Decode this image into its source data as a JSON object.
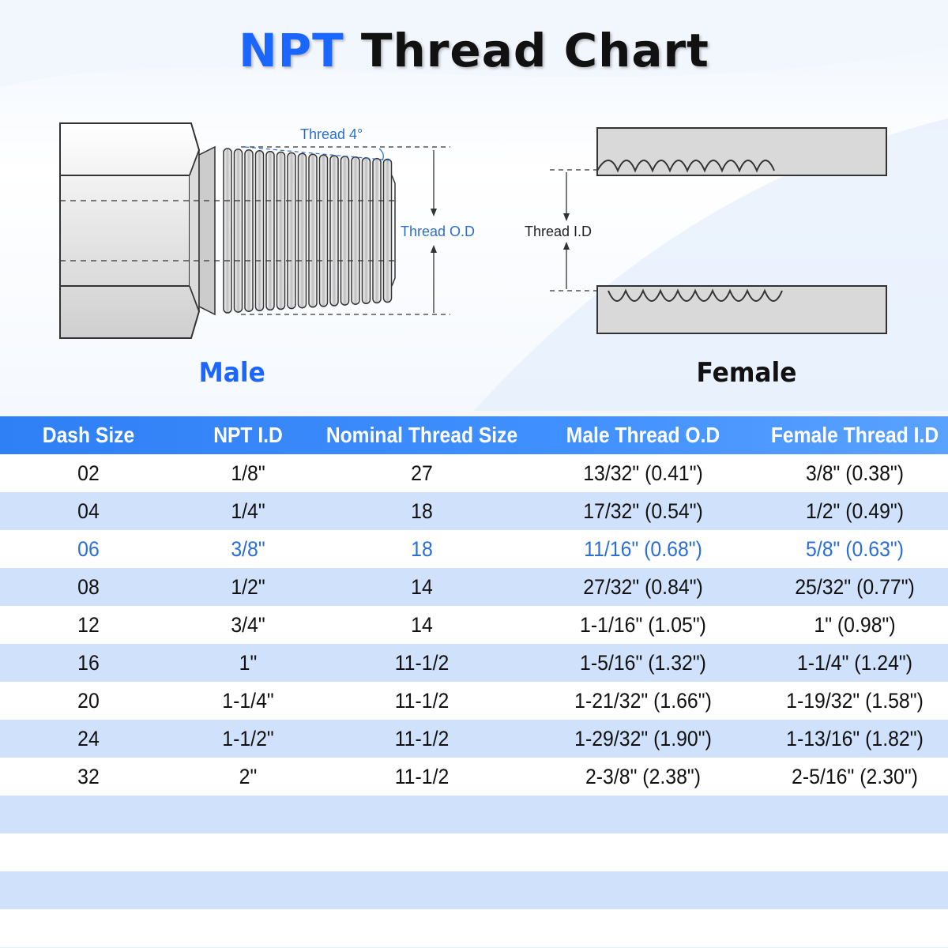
{
  "title": {
    "accent": "NPT",
    "rest": "Thread Chart"
  },
  "diagram": {
    "thread_angle_label": "Thread 4°",
    "thread_od_label": "Thread O.D",
    "thread_id_label": "Thread I.D",
    "male_caption": "Male",
    "female_caption": "Female"
  },
  "table": {
    "headers": [
      "Dash Size",
      "NPT I.D",
      "Nominal Thread Size",
      "Male Thread O.D",
      "Female Thread I.D"
    ],
    "rows": [
      {
        "dash": "02",
        "npt_id": "1/8\"",
        "nominal": "27",
        "male_od": "13/32\" (0.41\")",
        "female_id": "3/8\" (0.38\")"
      },
      {
        "dash": "04",
        "npt_id": "1/4\"",
        "nominal": "18",
        "male_od": "17/32\" (0.54\")",
        "female_id": "1/2\" (0.49\")"
      },
      {
        "dash": "06",
        "npt_id": "3/8\"",
        "nominal": "18",
        "male_od": "11/16\" (0.68\")",
        "female_id": "5/8\" (0.63\")"
      },
      {
        "dash": "08",
        "npt_id": "1/2\"",
        "nominal": "14",
        "male_od": "27/32\" (0.84\")",
        "female_id": "25/32\" (0.77\")"
      },
      {
        "dash": "12",
        "npt_id": "3/4\"",
        "nominal": "14",
        "male_od": "1-1/16\" (1.05\")",
        "female_id": "1\" (0.98\")"
      },
      {
        "dash": "16",
        "npt_id": "1\"",
        "nominal": "11-1/2",
        "male_od": "1-5/16\" (1.32\")",
        "female_id": "1-1/4\" (1.24\")"
      },
      {
        "dash": "20",
        "npt_id": "1-1/4\"",
        "nominal": "11-1/2",
        "male_od": "1-21/32\" (1.66\")",
        "female_id": "1-19/32\" (1.58\")"
      },
      {
        "dash": "24",
        "npt_id": "1-1/2\"",
        "nominal": "11-1/2",
        "male_od": "1-29/32\" (1.90\")",
        "female_id": "1-13/16\" (1.82\")"
      },
      {
        "dash": "32",
        "npt_id": "2\"",
        "nominal": "11-1/2",
        "male_od": "2-3/8\" (2.38\")",
        "female_id": "2-5/16\" (2.30\")"
      }
    ]
  },
  "colors": {
    "accent": "#1a66ff",
    "header_bg": "#3a86fa",
    "stripe": "#cfe1fb",
    "highlight_text": "#2b6fd6",
    "label_blue": "#2c6fcf"
  }
}
